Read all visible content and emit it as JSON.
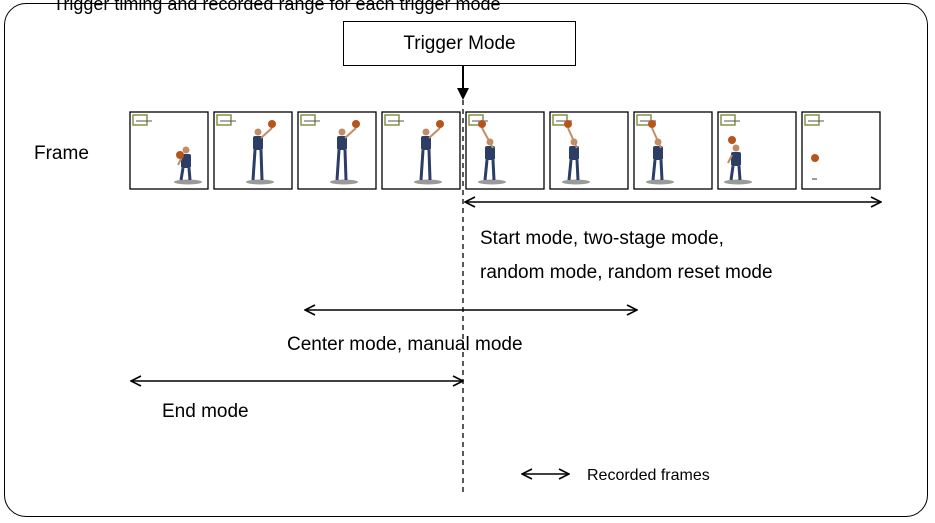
{
  "diagram": {
    "caption_top": "Trigger timing and recorded range for each trigger mode",
    "trigger_box": "Trigger Mode",
    "frame_label": "Frame",
    "frames": [
      {
        "pose": "dribble"
      },
      {
        "pose": "jump"
      },
      {
        "pose": "jump"
      },
      {
        "pose": "jump"
      },
      {
        "pose": "shoot"
      },
      {
        "pose": "land"
      },
      {
        "pose": "land"
      },
      {
        "pose": "crouch"
      },
      {
        "pose": "empty"
      }
    ],
    "modes": [
      {
        "key": "start",
        "lines": [
          "Start mode, two-stage mode,",
          "random mode, random reset mode"
        ]
      },
      {
        "key": "center",
        "lines": [
          "Center mode, manual mode"
        ]
      },
      {
        "key": "end",
        "lines": [
          "End mode"
        ]
      }
    ],
    "legend": {
      "label": "Recorded frames",
      "icon": "double-arrow-icon"
    },
    "colors": {
      "line": "#000000",
      "jersey": "#2c3e66",
      "skin": "#c08d6a",
      "ball": "#b5541c",
      "shadow": "#9a9a9a",
      "hoop": "#7a8a3a"
    }
  }
}
